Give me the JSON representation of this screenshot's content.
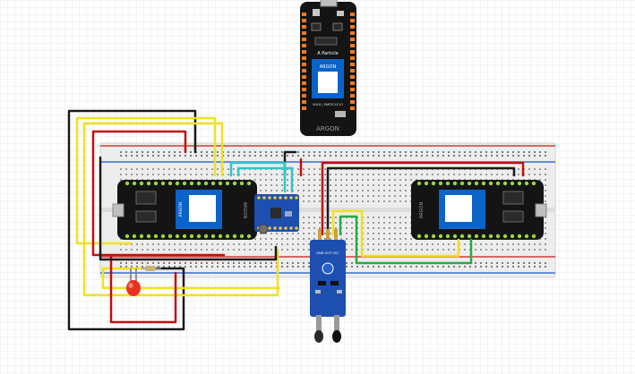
{
  "boards": {
    "top_brand": "ARGON",
    "top_logo_text": "A Particle",
    "top_screen_title": "ARGON",
    "top_footer_text": "WILD | PARTICLE.IO",
    "left_brand": "ARGON",
    "left_side_text": "ARGON",
    "right_logo_text": "ARGON"
  },
  "sensor": {
    "pin_labels": "GND OUT VCC"
  },
  "colors": {
    "background": "#ffffff",
    "grid": "#e6e6e6",
    "breadboard": "#ededed",
    "rail_red": "#d33a3a",
    "rail_blue": "#3b6fd0",
    "board_black": "#141414",
    "pin_orange": "#ee7a1e",
    "pin_green": "#9ad63f",
    "screen_blue": "#0a63c8",
    "wire_red": "#c40e0e",
    "wire_yellow": "#f0e21c",
    "wire_black": "#1a1a1a",
    "wire_cyan": "#2fc7c7",
    "wire_green": "#2aa845",
    "module_blue": "#1c4fb0",
    "led_red": "#e8321f"
  }
}
